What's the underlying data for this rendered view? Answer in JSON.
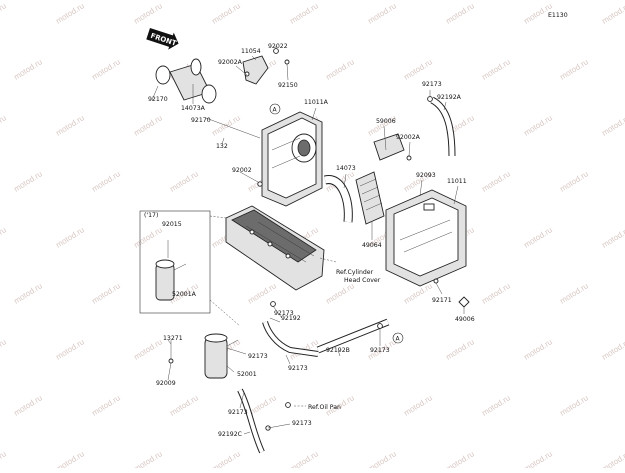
{
  "diagram_code": "E1130",
  "front_label": "FRONT",
  "inset_label": "('17)",
  "ref_marker": "A",
  "watermark": "motod.ru",
  "ref_labels": {
    "cylinder_head_cover": [
      "Ref.Cylinder",
      "Head Cover"
    ],
    "oil_pan": "Ref.Oil Pan"
  },
  "parts": {
    "p92170a": "92170",
    "p14073a": "14073A",
    "p92002a_top": "92002A",
    "p11054": "11054",
    "p92022": "92022",
    "p92150": "92150",
    "p11011a": "11011A",
    "p92170b": "92170",
    "p132": "132",
    "p92002": "92002",
    "p92173_top": "92173",
    "p92192a": "92192A",
    "p59006": "59006",
    "p92002a_mid": "92002A",
    "p14073": "14073",
    "p92093": "92093",
    "p11011": "11011",
    "p49064": "49064",
    "p92015": "92015",
    "p52001a": "52001A",
    "p92173_mid": "92173",
    "p92171": "92171",
    "p49006": "49006",
    "p92192": "92192",
    "p92192b": "92192B",
    "p92173_right": "92173",
    "p13271": "13271",
    "p92173_center": "92173",
    "p92173_lower": "92173",
    "p52001": "52001",
    "p92009": "92009",
    "p92173_bot": "92173",
    "p92173_bot2": "92173",
    "p92192c": "92192C"
  }
}
